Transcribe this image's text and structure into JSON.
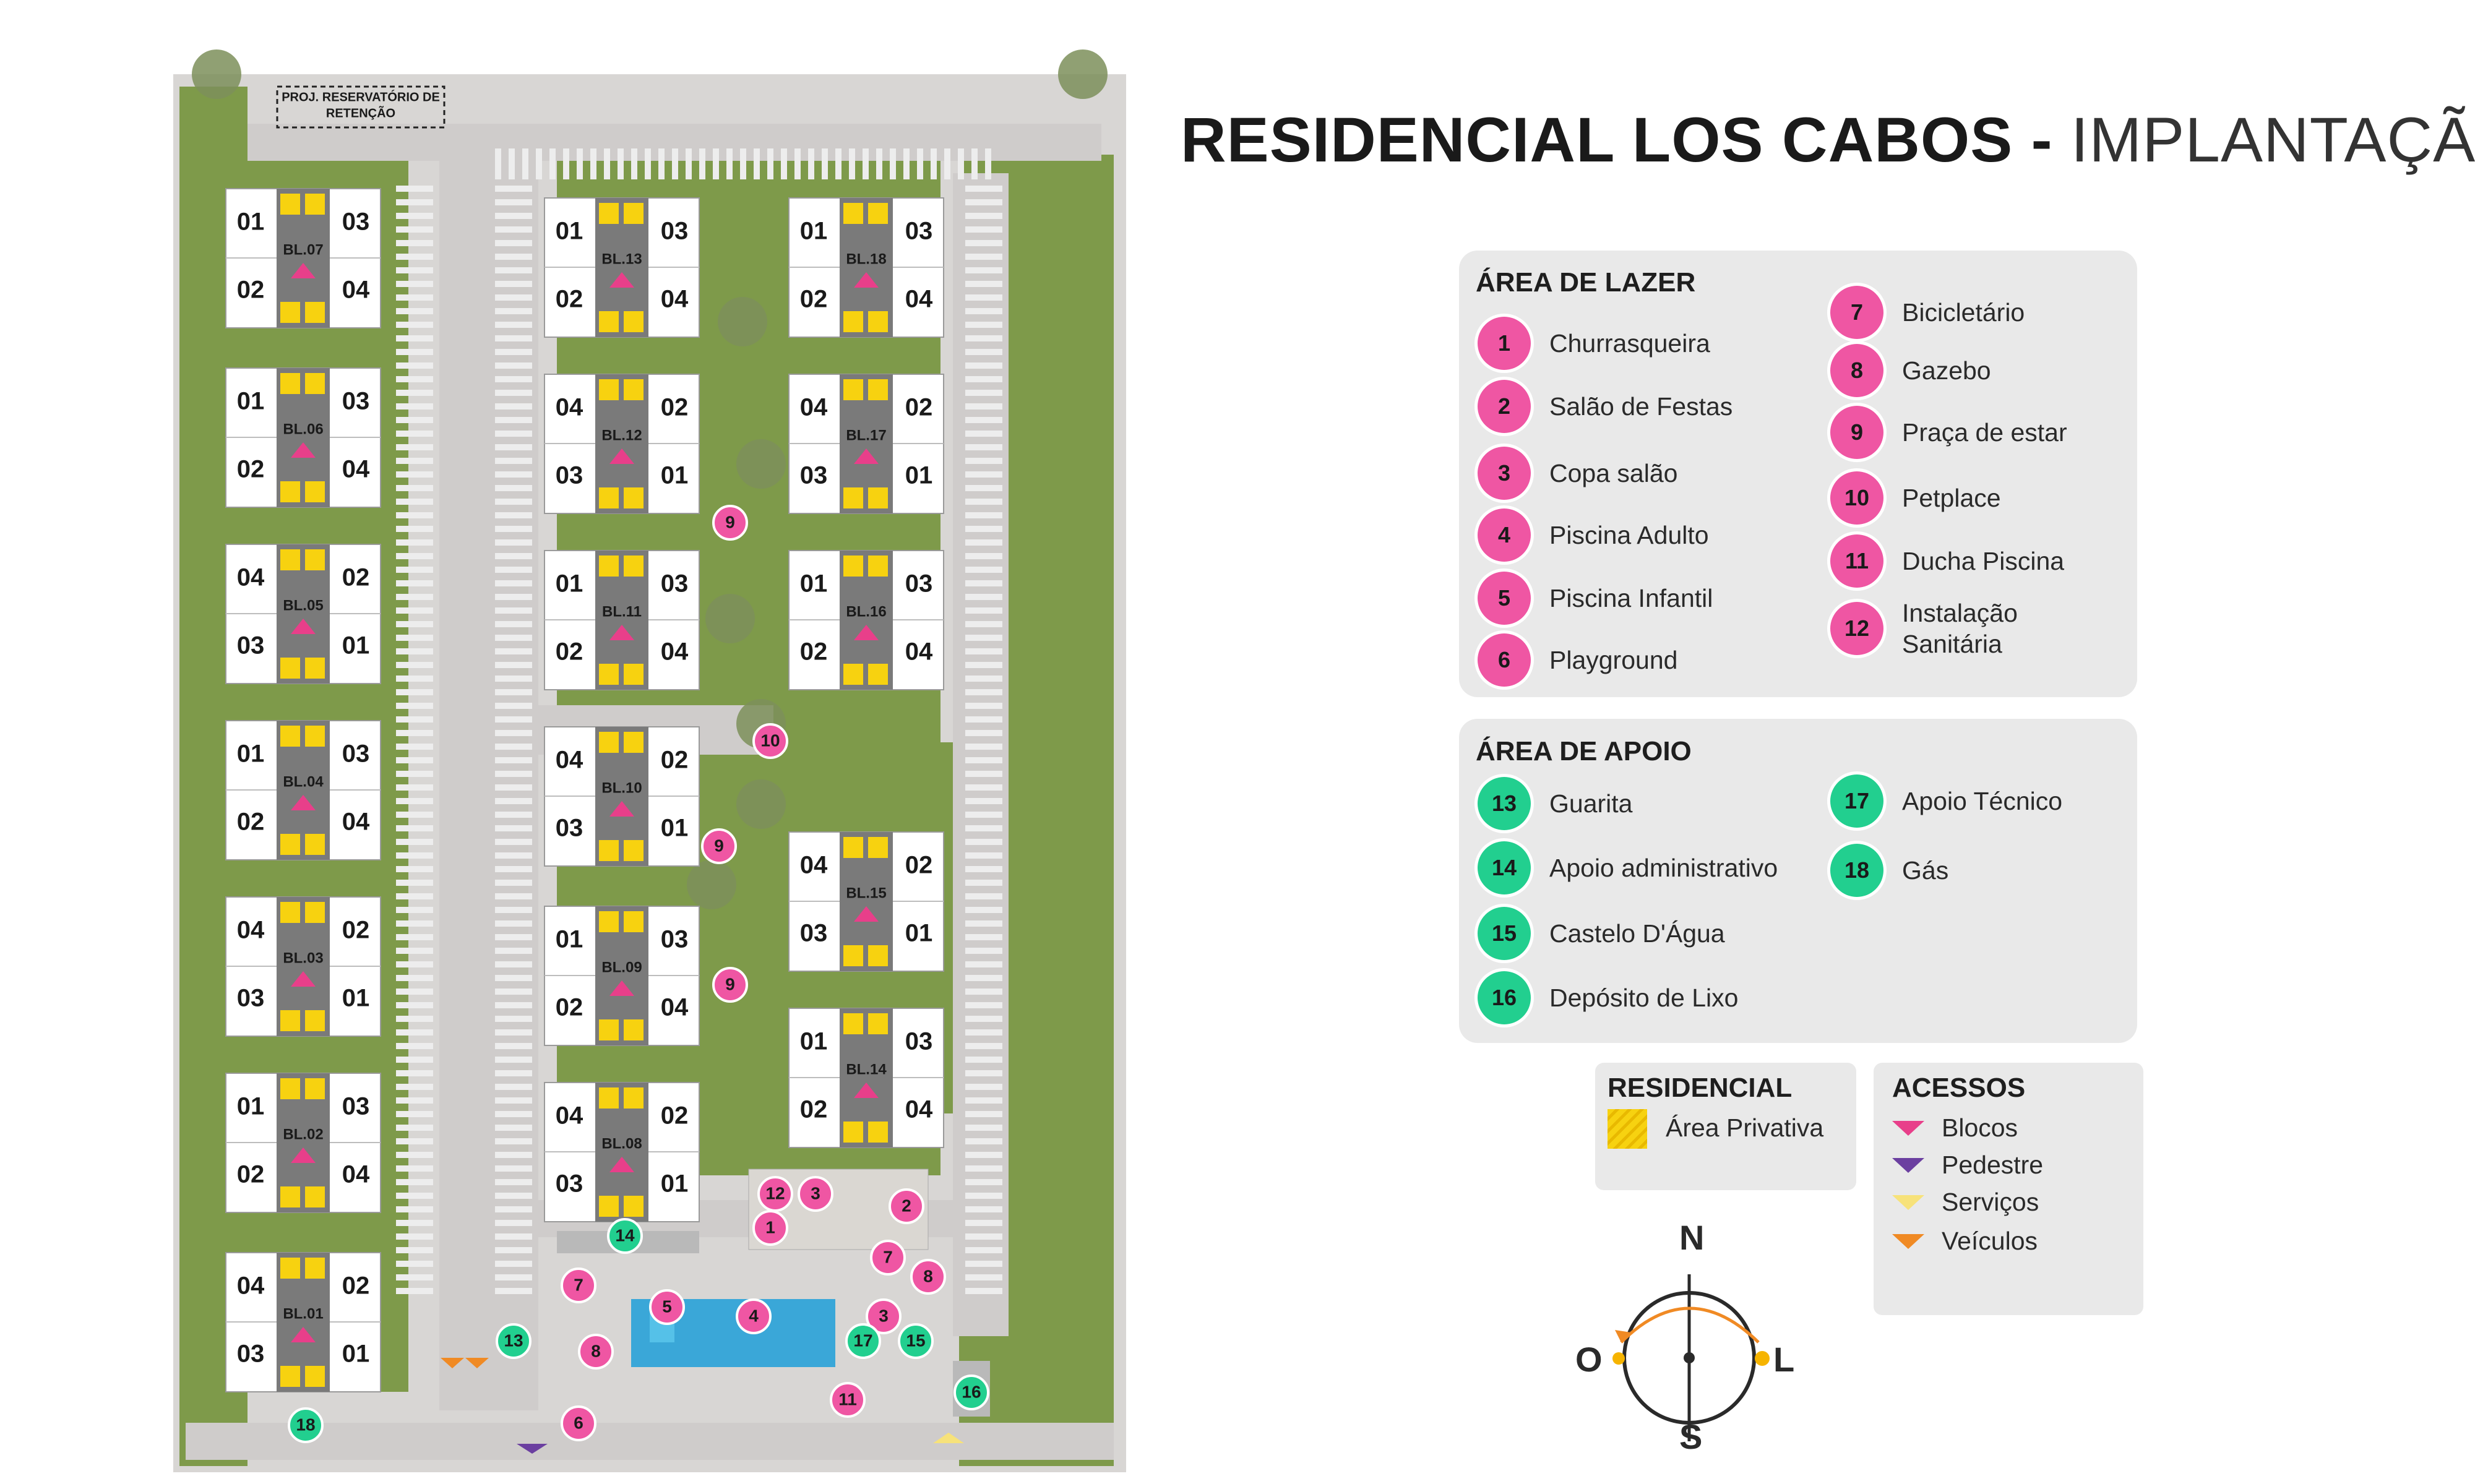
{
  "title": {
    "bold": "RESIDENCIAL LOS CABOS",
    "separator": " - ",
    "light": "IMPLANTAÇÃO"
  },
  "colors": {
    "pink": "#ef56a3",
    "green": "#22cf8f",
    "yellow": "#f7d210",
    "grass": "#7e9a4a",
    "paving": "#cfcccb",
    "arrow_blocos": "#e83f8a",
    "arrow_pedestre": "#6b3fa0",
    "arrow_servicos": "#f7e27a",
    "arrow_veiculos": "#f08a24"
  },
  "legend_lazer": {
    "heading": "ÁREA DE LAZER",
    "items": [
      {
        "num": "1",
        "label": "Churrasqueira"
      },
      {
        "num": "2",
        "label": "Salão de Festas"
      },
      {
        "num": "3",
        "label": "Copa salão"
      },
      {
        "num": "4",
        "label": "Piscina Adulto"
      },
      {
        "num": "5",
        "label": "Piscina Infantil"
      },
      {
        "num": "6",
        "label": "Playground"
      },
      {
        "num": "7",
        "label": "Bicicletário"
      },
      {
        "num": "8",
        "label": "Gazebo"
      },
      {
        "num": "9",
        "label": "Praça de estar"
      },
      {
        "num": "10",
        "label": "Petplace"
      },
      {
        "num": "11",
        "label": "Ducha Piscina"
      },
      {
        "num": "12",
        "label": "Instalação\nSanitária"
      }
    ]
  },
  "legend_apoio": {
    "heading": "ÁREA DE APOIO",
    "items": [
      {
        "num": "13",
        "label": "Guarita"
      },
      {
        "num": "14",
        "label": "Apoio administrativo"
      },
      {
        "num": "15",
        "label": "Castelo D'Água"
      },
      {
        "num": "16",
        "label": "Depósito de Lixo"
      },
      {
        "num": "17",
        "label": "Apoio Técnico"
      },
      {
        "num": "18",
        "label": "Gás"
      }
    ]
  },
  "legend_residencial": {
    "heading": "RESIDENCIAL",
    "item": "Área Privativa"
  },
  "legend_acessos": {
    "heading": "ACESSOS",
    "items": [
      "Blocos",
      "Pedestre",
      "Serviços",
      "Veículos"
    ]
  },
  "compass": {
    "north": "N",
    "south": "S",
    "east": "L",
    "west": "O"
  },
  "site": {
    "reservoir_label": "PROJ. RESERVATÓRIO DE\nRETENÇÃO",
    "blocks": [
      {
        "name": "BL.07",
        "top": [
          "01",
          "03"
        ],
        "bottom": [
          "02",
          "04"
        ]
      },
      {
        "name": "BL.06",
        "top": [
          "01",
          "03"
        ],
        "bottom": [
          "02",
          "04"
        ]
      },
      {
        "name": "BL.05",
        "top": [
          "04",
          "02"
        ],
        "bottom": [
          "03",
          "01"
        ]
      },
      {
        "name": "BL.04",
        "top": [
          "01",
          "03"
        ],
        "bottom": [
          "02",
          "04"
        ]
      },
      {
        "name": "BL.03",
        "top": [
          "04",
          "02"
        ],
        "bottom": [
          "03",
          "01"
        ]
      },
      {
        "name": "BL.02",
        "top": [
          "01",
          "03"
        ],
        "bottom": [
          "02",
          "04"
        ]
      },
      {
        "name": "BL.01",
        "top": [
          "04",
          "02"
        ],
        "bottom": [
          "03",
          "01"
        ]
      },
      {
        "name": "BL.13",
        "top": [
          "01",
          "03"
        ],
        "bottom": [
          "02",
          "04"
        ]
      },
      {
        "name": "BL.12",
        "top": [
          "04",
          "02"
        ],
        "bottom": [
          "03",
          "01"
        ]
      },
      {
        "name": "BL.11",
        "top": [
          "01",
          "03"
        ],
        "bottom": [
          "02",
          "04"
        ]
      },
      {
        "name": "BL.10",
        "top": [
          "04",
          "02"
        ],
        "bottom": [
          "03",
          "01"
        ]
      },
      {
        "name": "BL.09",
        "top": [
          "01",
          "03"
        ],
        "bottom": [
          "02",
          "04"
        ]
      },
      {
        "name": "BL.08",
        "top": [
          "04",
          "02"
        ],
        "bottom": [
          "03",
          "01"
        ]
      },
      {
        "name": "BL.18",
        "top": [
          "01",
          "03"
        ],
        "bottom": [
          "02",
          "04"
        ]
      },
      {
        "name": "BL.17",
        "top": [
          "04",
          "02"
        ],
        "bottom": [
          "03",
          "01"
        ]
      },
      {
        "name": "BL.16",
        "top": [
          "01",
          "03"
        ],
        "bottom": [
          "02",
          "04"
        ]
      },
      {
        "name": "BL.15",
        "top": [
          "04",
          "02"
        ],
        "bottom": [
          "03",
          "01"
        ]
      },
      {
        "name": "BL.14",
        "top": [
          "01",
          "03"
        ],
        "bottom": [
          "02",
          "04"
        ]
      }
    ],
    "markers": [
      {
        "num": "9",
        "type": "pink"
      },
      {
        "num": "10",
        "type": "pink"
      },
      {
        "num": "9",
        "type": "pink"
      },
      {
        "num": "9",
        "type": "pink"
      },
      {
        "num": "12",
        "type": "pink"
      },
      {
        "num": "3",
        "type": "pink"
      },
      {
        "num": "2",
        "type": "pink"
      },
      {
        "num": "1",
        "type": "pink"
      },
      {
        "num": "14",
        "type": "green"
      },
      {
        "num": "7",
        "type": "pink"
      },
      {
        "num": "7",
        "type": "pink"
      },
      {
        "num": "8",
        "type": "pink"
      },
      {
        "num": "5",
        "type": "pink"
      },
      {
        "num": "4",
        "type": "pink"
      },
      {
        "num": "3",
        "type": "pink"
      },
      {
        "num": "13",
        "type": "green"
      },
      {
        "num": "8",
        "type": "pink"
      },
      {
        "num": "17",
        "type": "green"
      },
      {
        "num": "15",
        "type": "green"
      },
      {
        "num": "11",
        "type": "pink"
      },
      {
        "num": "16",
        "type": "green"
      },
      {
        "num": "6",
        "type": "pink"
      },
      {
        "num": "18",
        "type": "green"
      }
    ]
  }
}
